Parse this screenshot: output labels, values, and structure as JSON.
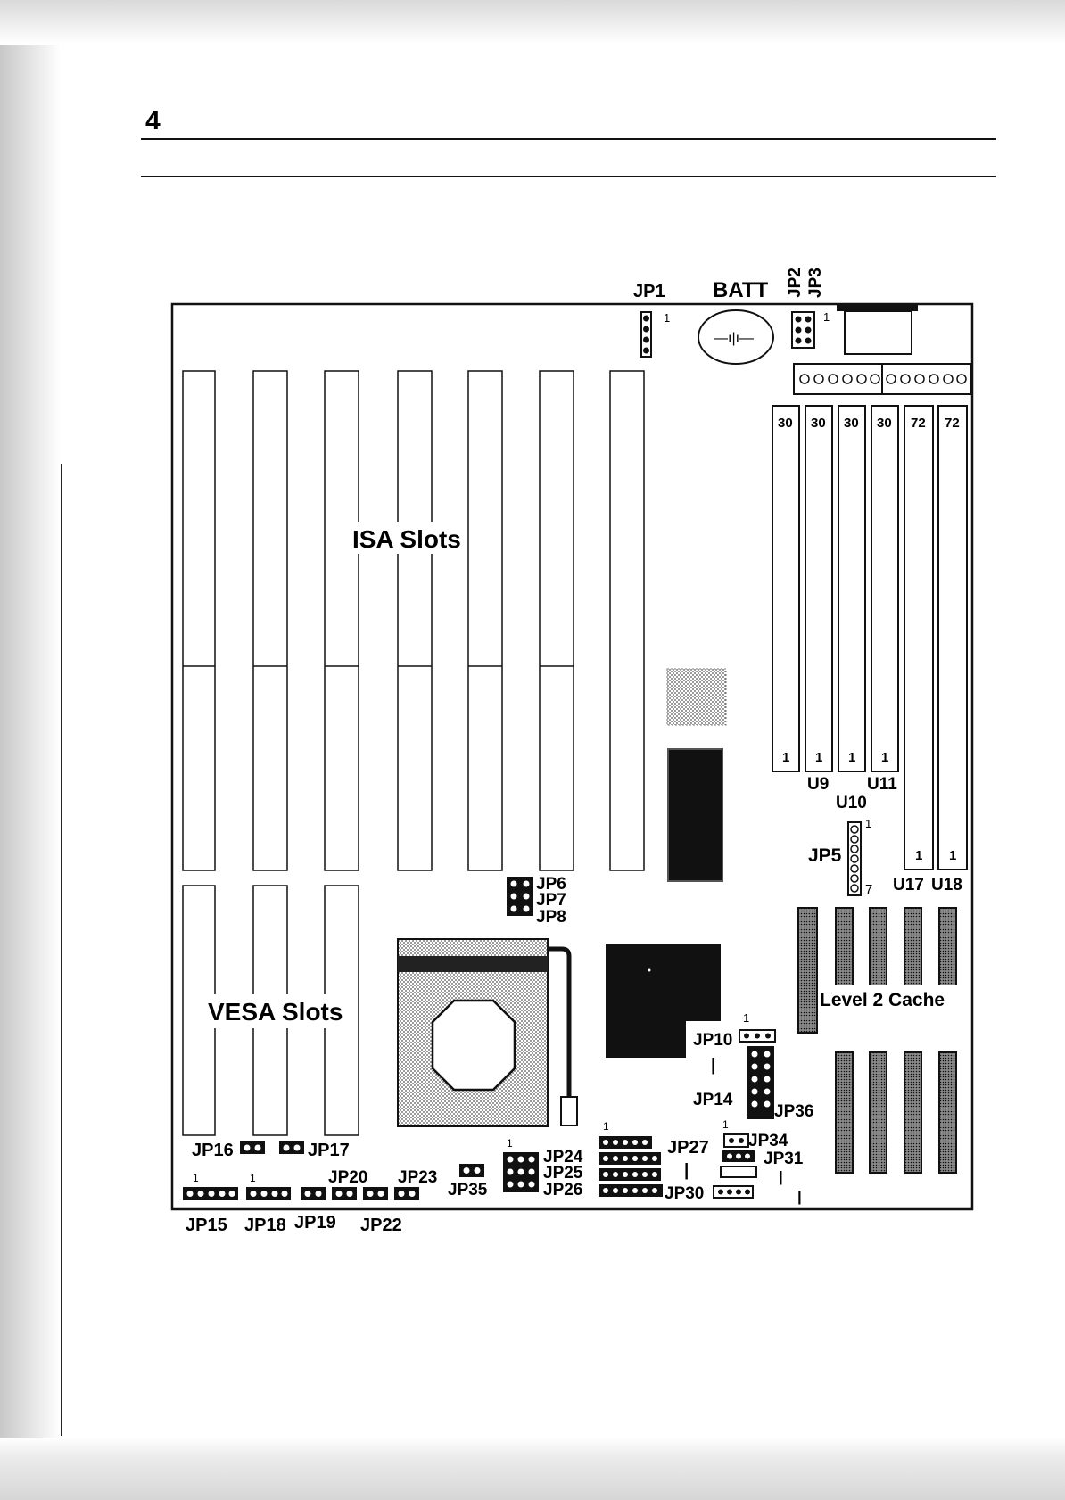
{
  "page": {
    "number": "4"
  },
  "diagram": {
    "slot_groups": {
      "isa": "ISA Slots",
      "vesa": "VESA Slots"
    },
    "battery": {
      "label": "BATT",
      "symbol": "—ı|ı—"
    },
    "cache_label": "Level 2 Cache",
    "simm_sizes": [
      "30",
      "30",
      "30",
      "30",
      "72",
      "72"
    ],
    "chips": [
      "U9",
      "U10",
      "U11",
      "U17",
      "U18"
    ],
    "pin_marker": "1",
    "jp5_end_pin": "7",
    "jumpers": {
      "jp1": "JP1",
      "jp2": "JP2",
      "jp3": "JP3",
      "jp5": "JP5",
      "jp6": "JP6",
      "jp7": "JP7",
      "jp8": "JP8",
      "jp10": "JP10",
      "jp14": "JP14",
      "jp36": "JP36",
      "jp15": "JP15",
      "jp16": "JP16",
      "jp17": "JP17",
      "jp18": "JP18",
      "jp19": "JP19",
      "jp20": "JP20",
      "jp22": "JP22",
      "jp23": "JP23",
      "jp24": "JP24",
      "jp25": "JP25",
      "jp26": "JP26",
      "jp27": "JP27",
      "jp30": "JP30",
      "jp31": "JP31",
      "jp34": "JP34",
      "jp35": "JP35"
    },
    "range_separator": "|"
  },
  "colors": {
    "ink": "#111111",
    "paper": "#ffffff",
    "shade": "#bdbdbd"
  }
}
